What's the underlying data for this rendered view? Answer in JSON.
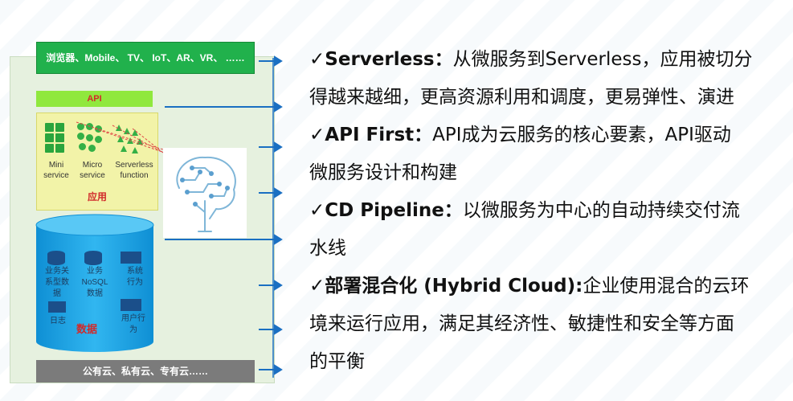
{
  "diagram": {
    "top_bar": "浏览器、Mobile、 TV、 IoT、AR、VR、 ……",
    "api_bar": "API",
    "app": {
      "items": [
        {
          "label": "Mini\nservice"
        },
        {
          "label": "Micro\nservice"
        },
        {
          "label": "Serverless\nfunction"
        }
      ],
      "title": "应用"
    },
    "data": {
      "items": [
        {
          "label": "业务关\n系型数\n据"
        },
        {
          "label": "业务\nNoSQL\n数据"
        },
        {
          "label": "系统\n行为"
        },
        {
          "label": "日志"
        },
        {
          "label": "用户行\n为"
        }
      ],
      "title": "数据"
    },
    "bottom_bar": "公有云、私有云、专有云……"
  },
  "bullets": [
    {
      "check": "✓",
      "keyword": "Serverless：",
      "text_line1": "从微服务到Serverless，应用被切分",
      "text_line2": "得越来越细，更高资源利用和调度，更易弹性、演进"
    },
    {
      "check": "✓",
      "keyword": "API First：",
      "text_line1": "API成为云服务的核心要素，API驱动",
      "text_line2": "微服务设计和构建"
    },
    {
      "check": "✓",
      "keyword": "CD Pipeline：",
      "text_line1": "以微服务为中心的自动持续交付流",
      "text_line2": "水线"
    },
    {
      "check": "✓",
      "keyword": "部署混合化 (Hybrid Cloud):",
      "text_line1": "企业使用混合的云环",
      "text_line2": "境来运行应用，满足其经济性、敏捷性和安全等方面",
      "text_line3": "的平衡"
    }
  ],
  "colors": {
    "green_bar": "#21b14c",
    "api_green": "#90e83d",
    "app_yellow": "#f2f3a8",
    "db_blue": "#1aa7e8",
    "bottom_gray": "#7b7b7b",
    "arrow_blue": "#1a6fc2",
    "accent_red": "#d12a2a"
  }
}
